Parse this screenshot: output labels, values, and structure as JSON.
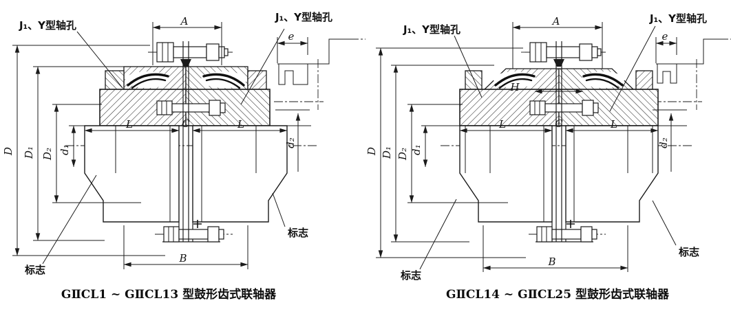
{
  "page": {
    "background": "#ffffff",
    "line_color": "#1b1b1b"
  },
  "figures": [
    {
      "id": "left",
      "caption": "GⅡCL1 ~ GⅡCL13 型鼓形齿式联轴器",
      "labels": {
        "shaft_hole_left": "J₁、Y型轴孔",
        "shaft_hole_right": "J₁、Y型轴孔",
        "mark_left": "标志",
        "mark_right": "标志"
      },
      "dims": {
        "A": "A",
        "e": "e",
        "D": "D",
        "D1": "D₁",
        "D2": "D₂",
        "d1": "d₁",
        "d2": "d₂",
        "L": "L",
        "C": "C",
        "B": "B"
      }
    },
    {
      "id": "right",
      "caption": "GⅡCL14 ~ GⅡCL25 型鼓形齿式联轴器",
      "labels": {
        "shaft_hole_left": "J₁、Y型轴孔",
        "shaft_hole_right": "J₁、Y型轴孔",
        "mark_left": "标志",
        "mark_right": "标志"
      },
      "dims": {
        "A": "A",
        "e": "e",
        "D": "D",
        "D1": "D₁",
        "D2": "D₂",
        "d1": "d₁",
        "d2": "d₂",
        "L": "L",
        "C": "C",
        "B": "B",
        "H": "H"
      }
    }
  ]
}
